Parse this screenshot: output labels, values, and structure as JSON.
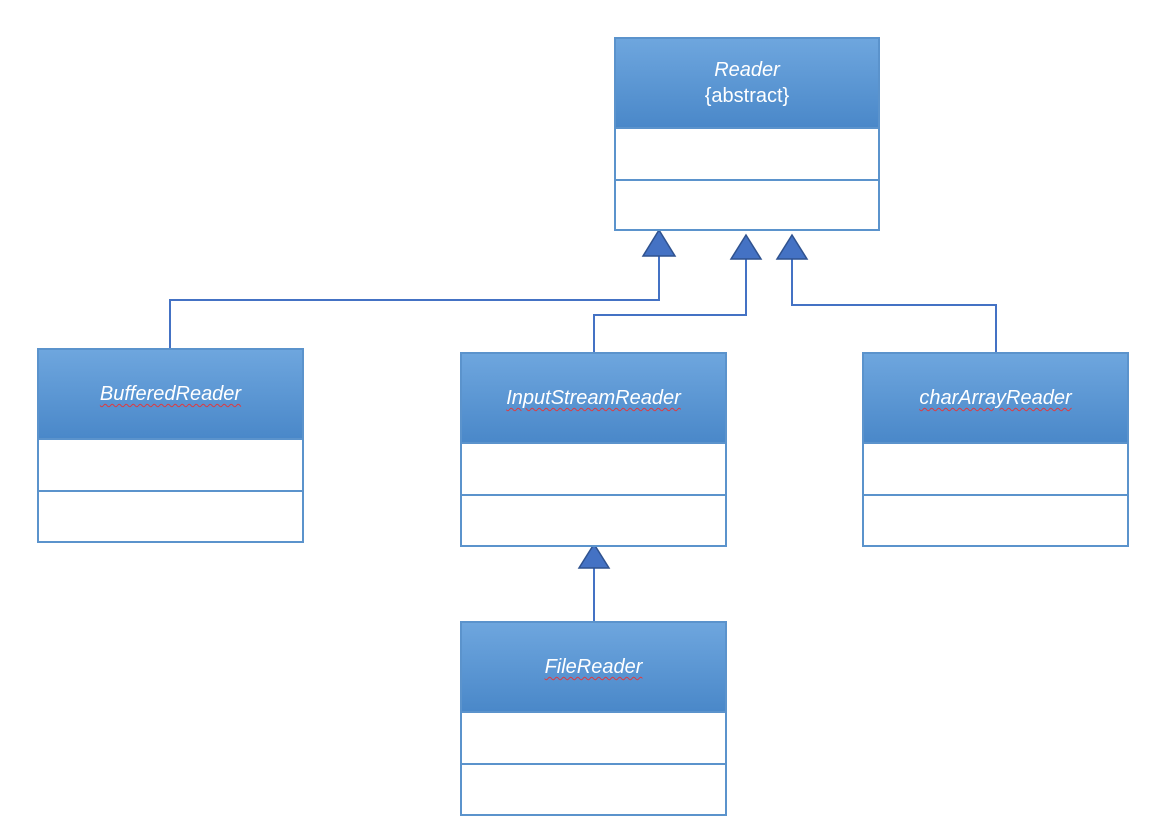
{
  "diagram": {
    "classes": {
      "reader": {
        "name": "Reader",
        "stereotype": "{abstract}"
      },
      "buffered_reader": {
        "name": "BufferedReader"
      },
      "input_stream_reader": {
        "name": "InputStreamReader"
      },
      "char_array_reader": {
        "name": "charArrayReader"
      },
      "file_reader": {
        "name": "FileReader"
      }
    },
    "relations": [
      {
        "type": "inheritance",
        "from": "BufferedReader",
        "to": "Reader"
      },
      {
        "type": "inheritance",
        "from": "InputStreamReader",
        "to": "Reader"
      },
      {
        "type": "inheritance",
        "from": "charArrayReader",
        "to": "Reader"
      },
      {
        "type": "inheritance",
        "from": "FileReader",
        "to": "InputStreamReader"
      }
    ],
    "colors": {
      "box_border": "#5b93cc",
      "header_top": "#6ea6de",
      "header_bottom": "#4a88c9",
      "arrow_fill": "#4472c4",
      "arrow_stroke": "#2f528f",
      "line": "#4472c4"
    }
  }
}
